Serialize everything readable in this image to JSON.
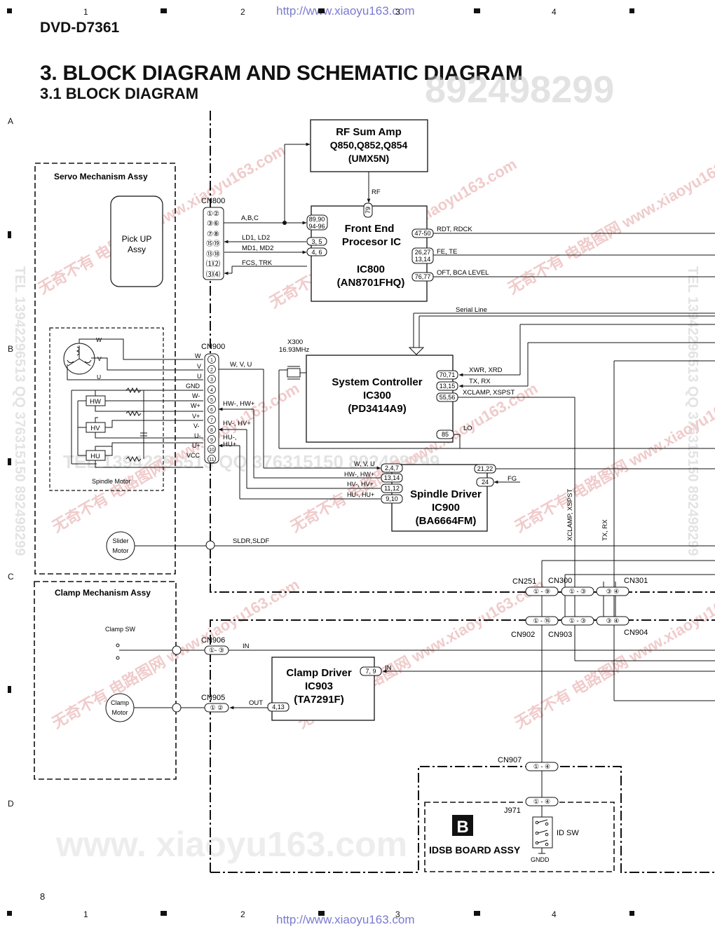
{
  "header": {
    "model": "DVD-D7361",
    "title": "3. BLOCK DIAGRAM AND SCHEMATIC DIAGRAM",
    "subtitle": "3.1 BLOCK DIAGRAM",
    "url_top": "http://www.xiaoyu163.com",
    "url_bottom": "http://www.xiaoyu163.com"
  },
  "grid": {
    "columns": [
      "1",
      "2",
      "3",
      "4"
    ],
    "rows": [
      "A",
      "B",
      "C",
      "D"
    ]
  },
  "page_number": "8",
  "watermarks": {
    "top_digits": "892498299",
    "large_bottom": "www. xiaoyu163.com",
    "left_vertical": "TEL 13942296513   QQ 376315150   892498299",
    "right_vertical": "TEL 13942296513   QQ 376315150   892498299",
    "mid_band": "TEL 13942296513   QQ 376315150   892498299",
    "diag": "无奇不有 电路图网 www.xiaoyu163.com"
  },
  "assemblies": {
    "servo": "Servo Mechanism Assy",
    "clamp": "Clamp Mechanism Assy",
    "idsb": "IDSB BOARD ASSY",
    "idsb_badge": "B"
  },
  "components": {
    "pickup": [
      "Pick UP",
      "Assy"
    ],
    "spindle_motor": "Spindle Motor",
    "slider_motor": [
      "Slider",
      "Motor"
    ],
    "clamp_sw": "Clamp SW",
    "clamp_motor": [
      "Clamp",
      "Motor"
    ],
    "id_sw": "ID SW",
    "gndd": "GNDD",
    "crystal": [
      "X300",
      "16.93MHz"
    ]
  },
  "ics": {
    "rf_sum_amp": [
      "RF Sum Amp",
      "Q850,Q852,Q854",
      "(UMX5N)"
    ],
    "front_end": [
      "Front End",
      "Procesor IC",
      "IC800",
      "(AN8701FHQ)"
    ],
    "system_controller": [
      "System Controller",
      "IC300",
      "(PD3414A9)"
    ],
    "spindle_driver": [
      "Spindle Driver",
      "IC900",
      "(BA6664FM)"
    ],
    "clamp_driver": [
      "Clamp Driver",
      "IC903",
      "(TA7291F)"
    ]
  },
  "connectors": {
    "cn800": "CN800",
    "cn900": "CN900",
    "cn906": "CN906",
    "cn905": "CN905",
    "cn251": "CN251",
    "cn300": "CN300",
    "cn301": "CN301",
    "cn902": "CN902",
    "cn903": "CN903",
    "cn904": "CN904",
    "cn907": "CN907",
    "j971": "J971"
  },
  "cn800_pins": [
    "①②",
    "③⑥",
    "⑦⑧",
    "⑮⑲",
    "⑬⑱",
    "⑴⑵",
    "⑶⑷"
  ],
  "cn900_pins": [
    "1",
    "2",
    "3",
    "4",
    "5",
    "6",
    "7",
    "8",
    "9",
    "10",
    "11"
  ],
  "cn900_labels": [
    "W",
    "V",
    "U",
    "GND",
    "W-",
    "W+",
    "V+",
    "V-",
    "U-",
    "U+",
    "VCC"
  ],
  "motor_coil_labels": [
    "W",
    "V",
    "U"
  ],
  "hall": [
    "HW",
    "HV",
    "HU"
  ],
  "pins": {
    "fe_in_abc": [
      "89,90",
      "94-96"
    ],
    "fe_in_ld": "3, 5",
    "fe_in_md": "4, 6",
    "fe_rf": "79",
    "fe_rdck": "47-50",
    "fe_fete": [
      "26,27",
      "13,14"
    ],
    "fe_oft": "76,77",
    "sc_xwr": "70,71",
    "sc_tx": "13,15",
    "sc_xclamp": "55,56",
    "sc_lo": "85",
    "sd_wvu": "2,4,7",
    "sd_hw": "13,14",
    "sd_hv": "11,12",
    "sd_hu": "9,10",
    "sd_2122": "21,22",
    "sd_fg": "24",
    "cd_in": "7, 9",
    "cd_out": "4,13",
    "cn906_pins": "①- ③",
    "cn905_pins": "① ②",
    "cn251_pins": "① - ⑨",
    "cn300_pins": "① - ③",
    "cn301_pins": "③ ④",
    "cn902_pins": "① - ⑯",
    "cn903_pins": "① - ③",
    "cn904_pins": "③ ④",
    "cn907_pins": "① - ④",
    "j971_pins": "① - ④"
  },
  "signals": {
    "abc": "A,B,C",
    "ld": "LD1, LD2",
    "md": "MD1, MD2",
    "fcs": "FCS, TRK",
    "rf": "RF",
    "rdck": "RDT, RDCK",
    "fete": "FE, TE",
    "oft": "OFT, BCA LEVEL",
    "serial": "Serial Line",
    "xwr": "XWR, XRD",
    "txrx": "TX, RX",
    "xclamp": "XCLAMP, XSPST",
    "lo": "LO",
    "wvu": "W, V, U",
    "hw_in": "HW-, HW+",
    "hv_in": "HV-, HV+",
    "hu_in": [
      "HU-,",
      "HU+"
    ],
    "wvu_sd": "W, V, U",
    "hw_sd": "HW-, HW+",
    "hv_sd": "HV-, HV+",
    "hu_sd": "HU-, HU+",
    "fg": "FG",
    "sldr": "SLDR,SLDF",
    "in1": "IN",
    "in2": "IN",
    "out": "OUT",
    "xclamp_v": "XCLAMP, XSPST",
    "txrx_v": "TX, RX"
  }
}
